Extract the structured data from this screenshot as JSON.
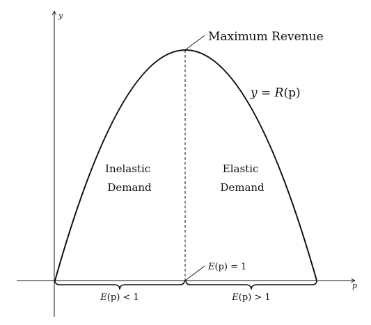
{
  "axes": {
    "x_label": "p",
    "y_label": "y"
  },
  "curve": {
    "label_var": "y",
    "label_eq": " = ",
    "label_func": "R",
    "label_arg": "(p)"
  },
  "annotations": {
    "max_label": "Maximum Revenue",
    "unit_elastic_label_var": "E",
    "unit_elastic_label_rest": "(p) = 1"
  },
  "regions": {
    "inelastic": [
      "Inelastic",
      "Demand"
    ],
    "elastic": [
      "Elastic",
      "Demand"
    ]
  },
  "braces": {
    "left_var": "E",
    "left_rest": "(p) < 1",
    "right_var": "E",
    "right_rest": "(p) > 1"
  },
  "colors": {
    "ink": "#111111"
  }
}
